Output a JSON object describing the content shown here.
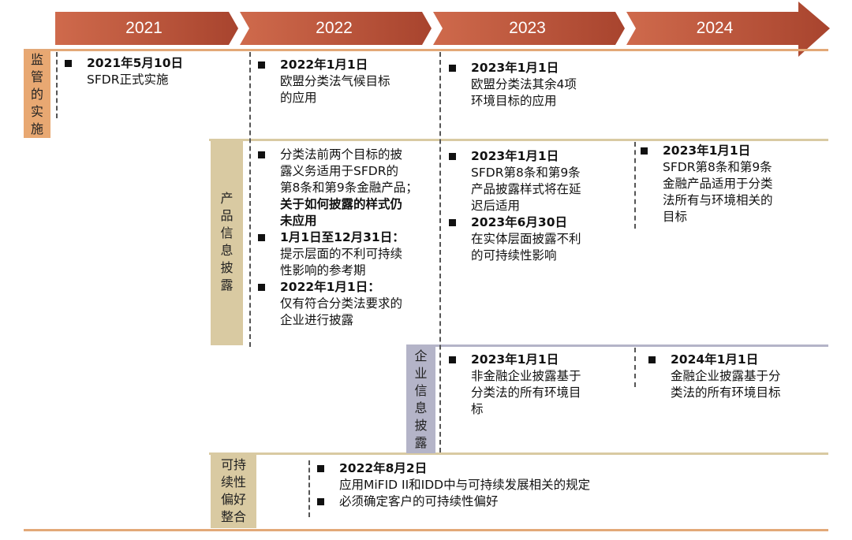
{
  "colors": {
    "arrow": "#c2593f",
    "row_line_orange": "#e3a978",
    "label_orange": "#e8a872",
    "label_tan": "#d9caa2",
    "label_lavender": "#b4b4c8"
  },
  "years": [
    "2021",
    "2022",
    "2023",
    "2024"
  ],
  "rows": {
    "regulation": {
      "label": [
        "监",
        "管",
        "的",
        "实",
        "施"
      ],
      "c2021": {
        "date": "2021年5月10日",
        "text": "SFDR正式实施"
      },
      "c2022": {
        "date": "2022年1月1日",
        "text": [
          "欧盟分类法气候目标",
          "的应用"
        ]
      },
      "c2023": {
        "date": "2023年1月1日",
        "text": [
          "欧盟分类法其余4项",
          "环境目标的应用"
        ]
      }
    },
    "product": {
      "label": [
        "产",
        "品",
        "信",
        "息",
        "披",
        "露"
      ],
      "c2022": [
        {
          "lines": [
            "分类法前两个目标的披",
            "露义务适用于SFDR的",
            "第8条和第9条金融产品；"
          ],
          "bold_lines": [
            "关于如何披露的样式仍",
            "未应用"
          ]
        },
        {
          "date": "1月1日至12月31日：",
          "lines": [
            "提示层面的不利可持续",
            "性影响的参考期"
          ]
        },
        {
          "date": "2022年1月1日：",
          "lines": [
            "仅有符合分类法要求的",
            "企业进行披露"
          ]
        }
      ],
      "c2023": [
        {
          "date": "2023年1月1日",
          "lines": [
            "SFDR第8条和第9条",
            "产品披露样式将在延",
            "迟后适用"
          ]
        },
        {
          "date": "2023年6月30日",
          "lines": [
            "在实体层面披露不利",
            "的可持续性影响"
          ]
        }
      ],
      "c2024": {
        "date": "2023年1月1日",
        "lines": [
          "SFDR第8条和第9条",
          "金融产品适用于分类",
          "法所有与环境相关的",
          "目标"
        ]
      }
    },
    "entity": {
      "label": [
        "企",
        "业",
        "信",
        "息",
        "披",
        "露"
      ],
      "c2023": {
        "date": "2023年1月1日",
        "lines": [
          "非金融企业披露基于",
          "分类法的所有环境目",
          "标"
        ]
      },
      "c2024": {
        "date": "2024年1月1日",
        "lines": [
          "金融企业披露基于分",
          "类法的所有环境目标"
        ]
      }
    },
    "sustainability": {
      "label": [
        "可持",
        "续性",
        "偏好",
        "整合"
      ],
      "items": [
        {
          "date": "2022年8月2日",
          "lines": [
            "应用MiFID II和IDD中与可持续发展相关的规定"
          ]
        },
        {
          "text": "必须确定客户的可持续性偏好"
        }
      ]
    }
  }
}
